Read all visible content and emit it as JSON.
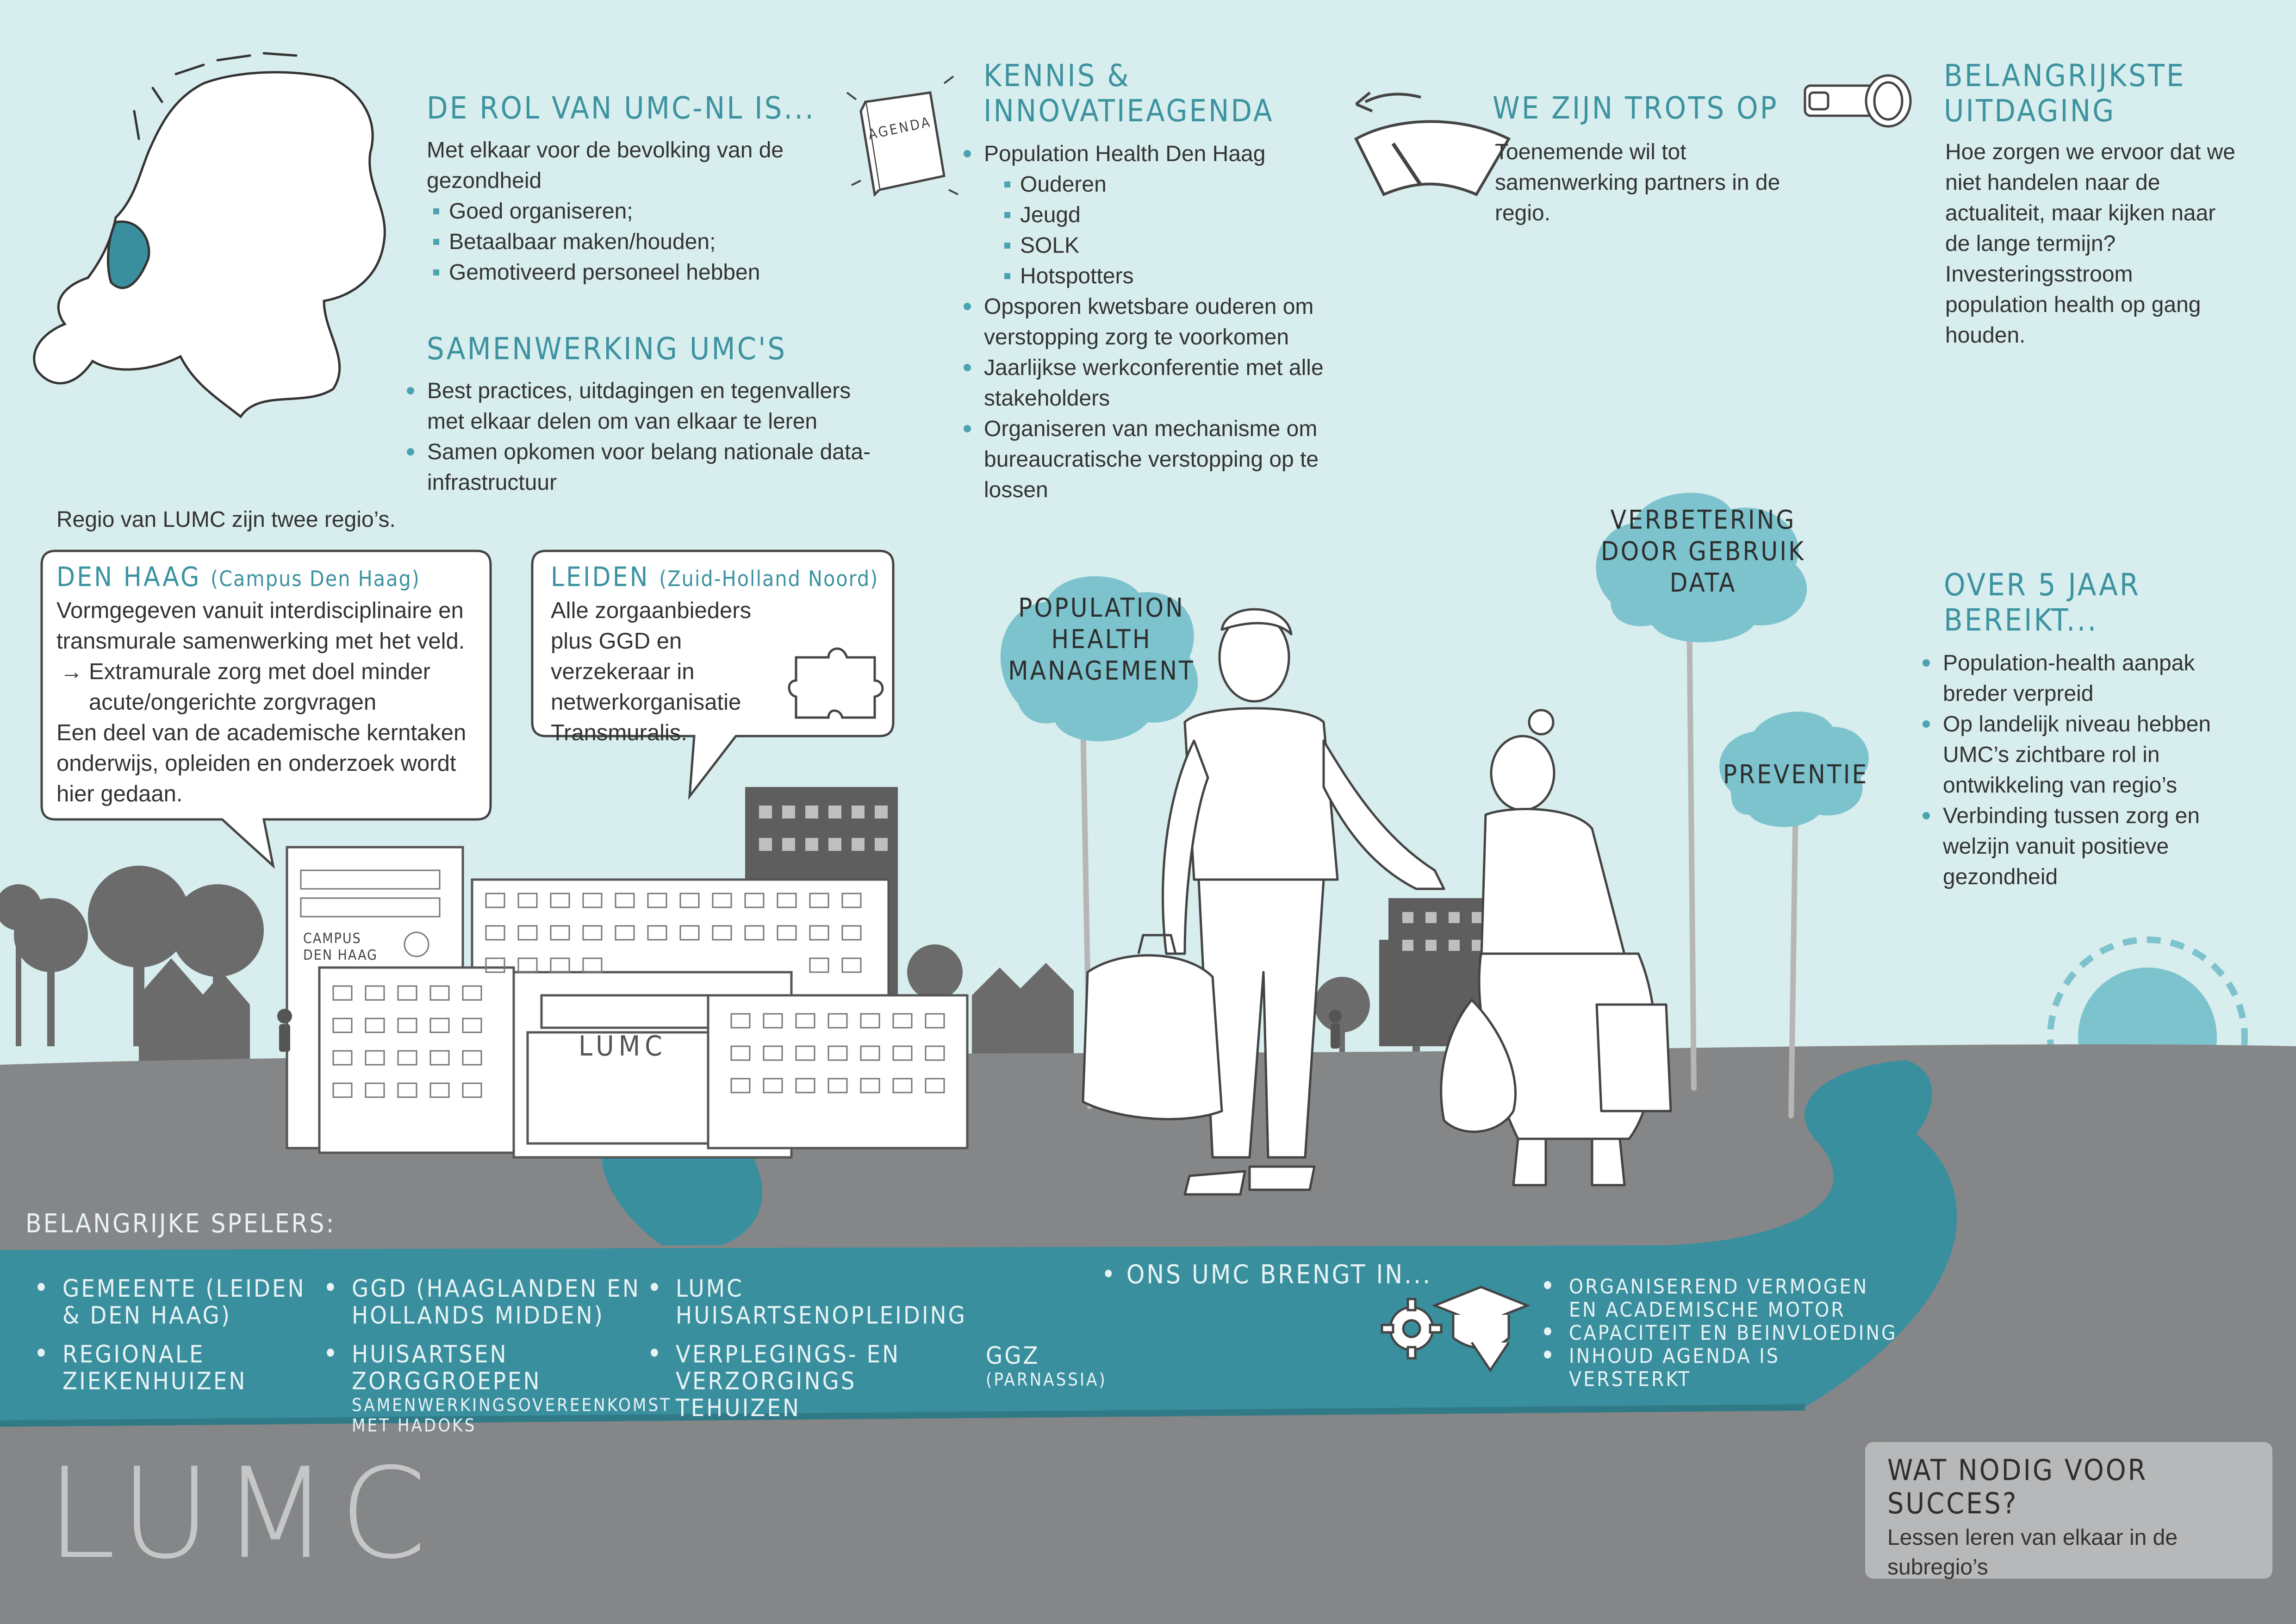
{
  "rol": {
    "title": "De rol van UMC-NL is...",
    "intro": "Met elkaar voor de bevolking van de gezondheid",
    "items": [
      "Goed organiseren;",
      "Betaalbaar maken/houden;",
      "Gemotiveerd personeel hebben"
    ]
  },
  "samenwerking": {
    "title": "Samenwerking UMC's",
    "items": [
      "Best practices, uitdagingen en tegenvallers met elkaar delen om van elkaar te leren",
      "Samen opkomen voor belang nationale data-infrastructuur"
    ]
  },
  "kennis": {
    "title_line1": "Kennis &",
    "title_line2": "innovatieagenda",
    "book_label": "AGENDA",
    "item1": "Population Health Den Haag",
    "sub": [
      "Ouderen",
      "Jeugd",
      "SOLK",
      "Hotspotters"
    ],
    "items": [
      "Opsporen kwetsbare ouderen om verstopping zorg te voorkomen",
      "Jaarlijkse werkconferentie met alle stakeholders",
      "Organiseren van mechanisme om bureaucratische verstopping op te lossen"
    ]
  },
  "trots": {
    "title": "We zijn trots op",
    "text": "Toenemende wil tot samenwerking partners in de regio."
  },
  "uitdaging": {
    "title_line1": "Belangrijkste",
    "title_line2": "uitdaging",
    "text": "Hoe zorgen we ervoor dat we niet handelen naar de actualiteit, maar kijken naar de lange termijn? Investeringsstroom population health op gang houden."
  },
  "regio": {
    "text": "Regio van LUMC zijn twee regio’s."
  },
  "denhaag": {
    "title": "Den Haag",
    "title_sub": "(Campus Den Haag)",
    "p1": "Vormgegeven vanuit interdisciplinaire en transmurale samenwerking met het veld.",
    "arrow": "→",
    "arrow_text": "Extramurale zorg met doel minder acute/ongerichte zorgvragen",
    "p2": "Een deel van de academische kerntaken onderwijs, opleiden en onderzoek wordt hier gedaan."
  },
  "leiden": {
    "title": "Leiden",
    "title_sub": "(Zuid-Holland Noord)",
    "text": "Alle zorgaanbieders plus GGD en verzekeraar in netwerkorganisatie Transmuralis."
  },
  "clouds": {
    "phm": [
      "Population",
      "Health",
      "Management"
    ],
    "data": [
      "Verbetering",
      "door gebruik",
      "data"
    ],
    "preventie": "Preventie"
  },
  "over5": {
    "title_line1": "Over 5 jaar",
    "title_line2": "bereikt...",
    "items": [
      "Population-health aanpak breder verpreid",
      "Op landelijk niveau hebben UMC’s zichtbare rol in ontwikkeling van regio’s",
      "Verbinding tussen zorg en welzijn vanuit positieve gezondheid"
    ]
  },
  "buildings": {
    "campus_sign_line1": "CAMPUS",
    "campus_sign_line2": "DEN HAAG",
    "lumc_sign": "LUMC"
  },
  "spelers": {
    "title": "Belangrijke spelers:",
    "col1": [
      {
        "main": "Gemeente (Leiden & Den Haag)"
      },
      {
        "main": "Regionale ziekenhuizen"
      }
    ],
    "col2": [
      {
        "main": "GGD (Haaglanden en Hollands Midden)"
      },
      {
        "main": "Huisartsen zorggroepen",
        "small": "Samenwerkingsovereenkomst met Hadoks"
      }
    ],
    "col3": [
      {
        "main": "LUMC Huisartsenopleiding"
      },
      {
        "main": "Verplegings- en verzorgings tehuizen"
      }
    ],
    "col4": [
      {
        "main": "GGZ",
        "small": "(Parnassia)"
      }
    ]
  },
  "brengt": {
    "title": "Ons UMC brengt in...",
    "items": [
      "Organiserend vermogen en academische motor",
      "Capaciteit en beinvloeding",
      "Inhoud agenda is versterkt"
    ]
  },
  "lumc_logo": "LUMC",
  "succes": {
    "title": "Wat nodig voor succes?",
    "text": "Lessen leren van elkaar in de subregio’s"
  },
  "colors": {
    "sky": "#d8eded",
    "road": "#858687",
    "river": "#3a8f9e",
    "accent": "#3c93a0",
    "cloud": "#7cc3cd"
  }
}
